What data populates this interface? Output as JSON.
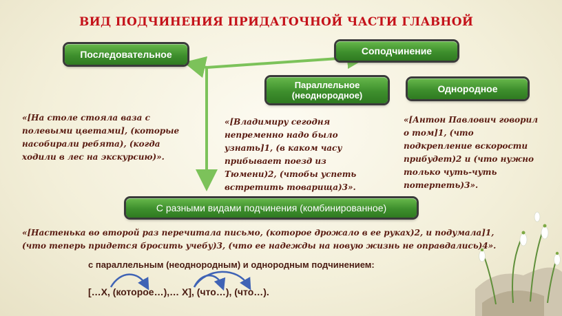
{
  "title": "ВИД ПОДЧИНЕНИЯ ПРИДАТОЧНОЙ ЧАСТИ ГЛАВНОЙ",
  "types": {
    "sequential": "Последовательное",
    "co_subordination": "Соподчинение",
    "parallel": "Параллельное (неоднородное)",
    "homogeneous": "Однородное",
    "combined": "С разными видами подчинения (комбинированное)"
  },
  "examples": {
    "sequential": "«[На столе стояла ваза с полевыми цветами], (которые насобирали ребята), (когда ходили в лес на экскурсию)».",
    "parallel": "«[Владимиру сегодня непременно надо было узнать]1, (в каком часу прибывает поезд из Тюмени)2, (чтобы успеть встретить товарища)3».",
    "homogeneous": "«[Антон Павлович говорил о том]1, (что подкрепление вскорости прибудет)2 и (что нужно только чуть-чуть потерпеть)3».",
    "combined": "«[Настенька во второй раз перечитала письмо, (которое дрожало в ее руках)2, и подумала]1, (что теперь придется бросить учебу)3, (что ее надежды на новую жизнь не оправдались)4»."
  },
  "combined_note": "с параллельным (неоднородным) и однородным подчинением:",
  "scheme": "[…Х, (которое…),… Х], (что…), (что…).",
  "colors": {
    "title": "#c4121a",
    "pill": "#3e8f2d",
    "arrow": "#7cc25a",
    "scheme_arrow": "#3f63b5",
    "quote_text": "#5a1c12"
  },
  "decor": [
    "snowdrop-flowers"
  ]
}
